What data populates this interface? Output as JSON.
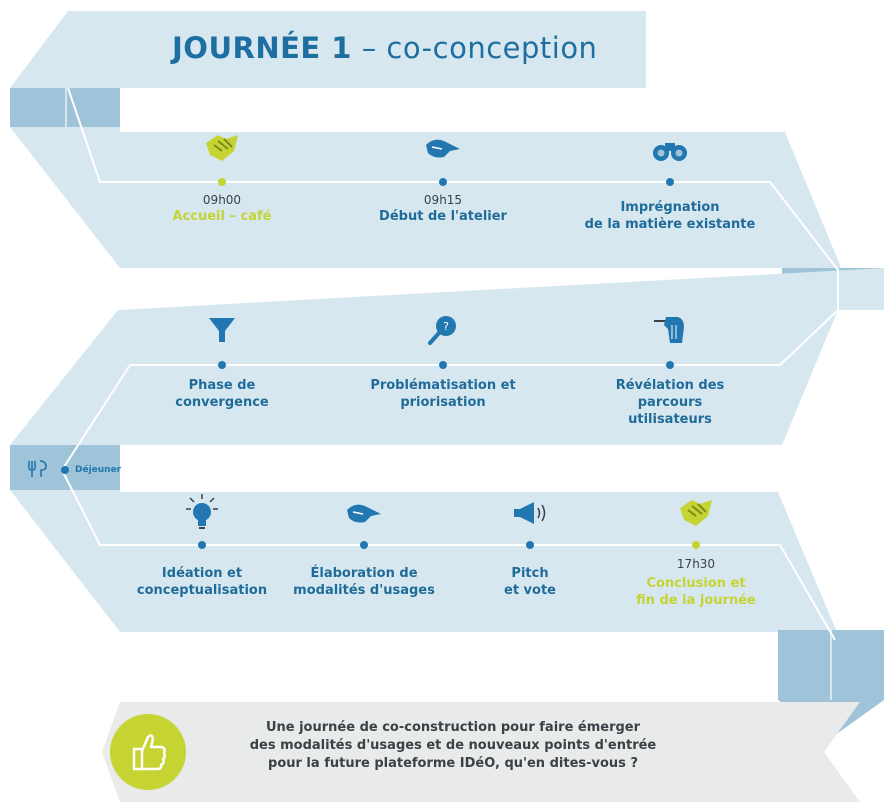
{
  "title": {
    "bold": "JOURNÉE 1",
    "rest": " – co-conception"
  },
  "colors": {
    "band": "#d7e7f0",
    "band_dark": "#9fc3d8",
    "accent_blue": "#2277b0",
    "accent_green": "#c5d433",
    "title_blue": "#1e6fa1"
  },
  "row1": [
    {
      "icon": "handshake-icon",
      "time": "09h00",
      "label": "Accueil – café",
      "accent": "green"
    },
    {
      "icon": "hand-pen-icon",
      "time": "09h15",
      "label": "Début de l'atelier",
      "accent": "blue"
    },
    {
      "icon": "binoculars-icon",
      "time": "",
      "label_1": "Imprégnation",
      "label_2": "de la matière existante",
      "accent": "blue"
    }
  ],
  "row2": [
    {
      "icon": "funnel-icon",
      "label_1": "Phase de",
      "label_2": "convergence"
    },
    {
      "icon": "magnifier-question-icon",
      "label_1": "Problématisation et",
      "label_2": "priorisation"
    },
    {
      "icon": "raised-hand-pen-icon",
      "label_1": "Révélation des",
      "label_2": "parcours",
      "label_3": "utilisateurs"
    }
  ],
  "lunch": {
    "icon": "fork-knife-icon",
    "label": "Déjeuner"
  },
  "row3": [
    {
      "icon": "lightbulb-icon",
      "label_1": "Idéation et",
      "label_2": "conceptualisation"
    },
    {
      "icon": "hand-pen-icon",
      "label_1": "Élaboration de",
      "label_2": "modalités d'usages"
    },
    {
      "icon": "megaphone-icon",
      "label_1": "Pitch",
      "label_2": "et vote"
    },
    {
      "icon": "handshake-icon",
      "time": "17h30",
      "label_1": "Conclusion et",
      "label_2": "fin de la journée",
      "accent": "green"
    }
  ],
  "footer": {
    "icon": "thumbs-up-icon",
    "line_1": "Une journée de co-construction pour faire émerger",
    "line_2": "des modalités d'usages et de nouveaux points d'entrée",
    "line_3": "pour la future plateforme IDéO, qu'en dites-vous ?"
  }
}
